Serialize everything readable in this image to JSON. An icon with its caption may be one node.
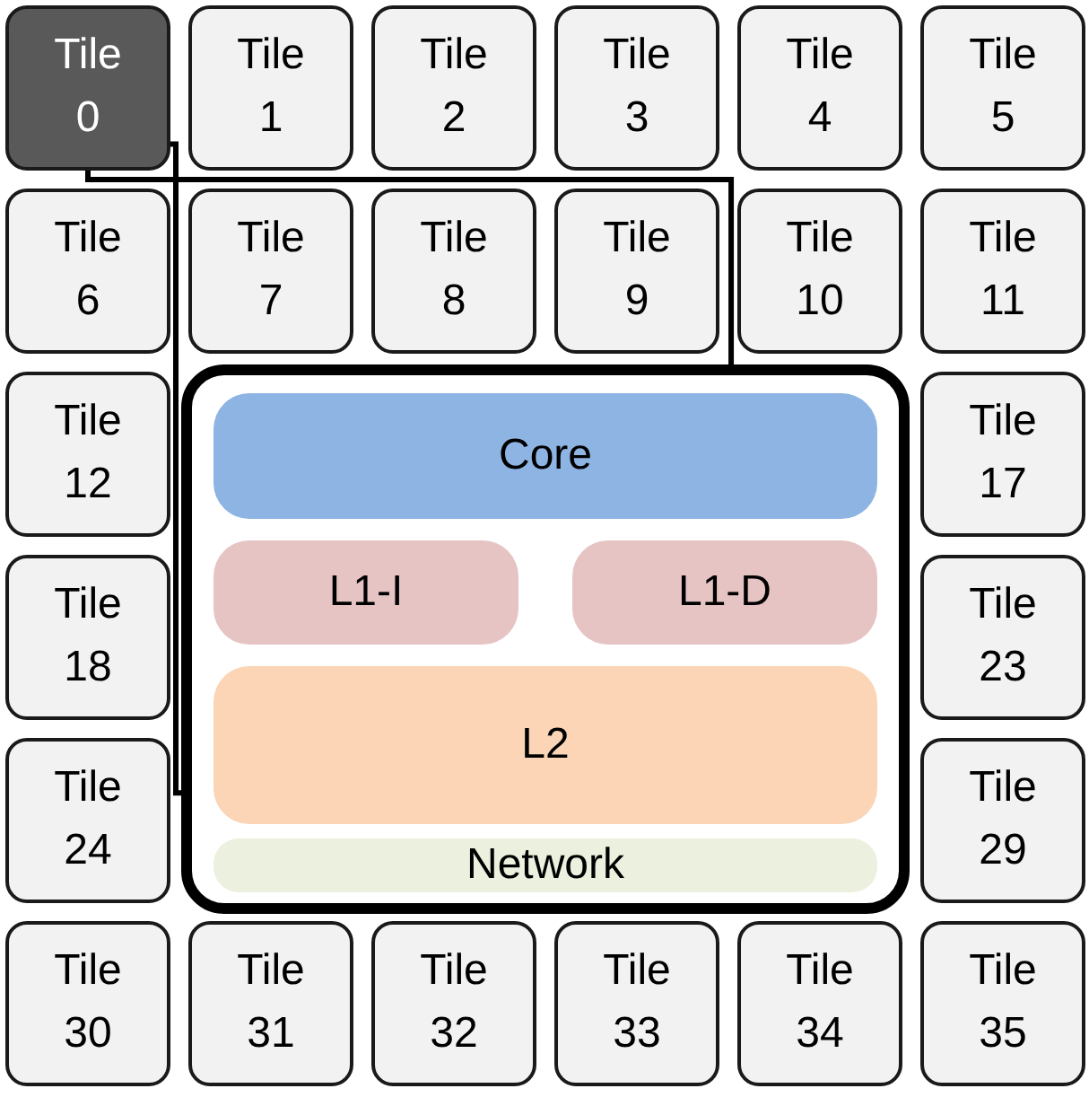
{
  "diagram": {
    "nodes": [
      {
        "text": [
          "Tile 0"
        ]
      },
      {
        "text": [
          "Tile 1"
        ]
      },
      {
        "text": [
          "Tile 2"
        ]
      },
      {
        "text": [
          "Tile 3"
        ]
      },
      {
        "text": [
          "Tile 4"
        ]
      },
      {
        "text": [
          "Tile 5"
        ]
      },
      {
        "text": [
          "Tile 6"
        ]
      },
      {
        "text": [
          "Tile 7"
        ]
      },
      {
        "text": [
          "Tile 8"
        ]
      },
      {
        "text": [
          "Tile 9"
        ]
      },
      {
        "text": [
          "Tile 10"
        ]
      },
      {
        "text": [
          "Tile 11"
        ]
      },
      {
        "text": [
          "Tile 12"
        ]
      },
      {
        "text": [
          "Tile 17"
        ]
      },
      {
        "text": [
          "Tile 18"
        ]
      },
      {
        "text": [
          "Tile 23"
        ]
      },
      {
        "text": [
          "Tile 24"
        ]
      },
      {
        "text": [
          "Tile 29"
        ]
      },
      {
        "text": [
          "Tile 30"
        ]
      },
      {
        "text": [
          "Tile 31"
        ]
      },
      {
        "text": [
          "Tile 32"
        ]
      },
      {
        "text": [
          "Tile 33"
        ]
      },
      {
        "text": [
          "Tile 34"
        ]
      },
      {
        "text": [
          "Tile 35"
        ]
      },
      {
        "text": [],
        "shape": "box"
      },
      {
        "text": [
          "Core"
        ],
        "in": 24
      },
      {
        "text": [
          "L1-I"
        ],
        "in": 24
      },
      {
        "text": [
          "L1-D"
        ],
        "in": 24
      },
      {
        "text": [
          "L2"
        ],
        "in": 24
      },
      {
        "text": [
          "Network"
        ],
        "in": 24
      }
    ],
    "edges": [
      {
        "from": 0,
        "to": 24,
        "arrow": "none"
      },
      {
        "from": 0,
        "to": 24,
        "arrow": "none"
      }
    ]
  }
}
